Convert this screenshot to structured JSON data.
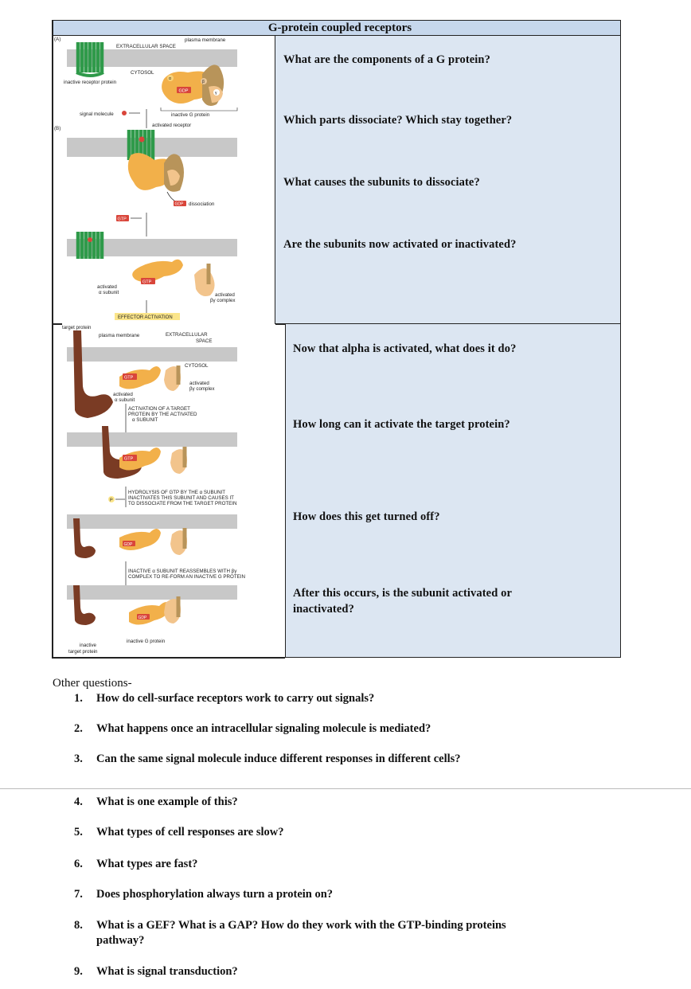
{
  "title": "G-protein coupled receptors",
  "right_questions_top": [
    "What are the components of a G protein?",
    "Which parts dissociate? Which stay together?",
    "What causes the subunits to dissociate?",
    "Are the subunits now activated or inactivated?"
  ],
  "right_questions_bottom": [
    "Now that alpha is activated, what does it do?",
    "How long can it activate the target protein?",
    "How does this get turned off?",
    "After this occurs, is the subunit activated or",
    "inactivated?"
  ],
  "figure": {
    "a_label": "(A)",
    "b_label": "(B)",
    "extracellular": "EXTRACELLULAR SPACE",
    "plasma_membrane": "plasma membrane",
    "cytosol": "CYTOSOL",
    "inactive_receptor": "inactive receptor protein",
    "inactive_g_protein": "inactive G protein",
    "signal_molecule": "signal molecule",
    "activated_receptor": "activated receptor",
    "gdp": "GDP",
    "gtp": "GTP",
    "dissociation": "dissociation",
    "activated": "activated",
    "alpha_subunit": "α subunit",
    "activated_bg_1": "activated",
    "activated_bg_2": "βγ complex",
    "effector_activation": "EFFECTOR ACTIVATION",
    "target_protein": "target protein",
    "plasma_membrane_2": "plasma membrane",
    "extracellular_2a": "EXTRACELLULAR",
    "extracellular_2b": "SPACE",
    "cytosol_2": "CYTOSOL",
    "step1_a": "ACTIVATION OF A TARGET",
    "step1_b": "PROTEIN BY THE ACTIVATED",
    "step1_c": "α SUBUNIT",
    "step2_a": "HYDROLYSIS OF GTP BY THE α SUBUNIT",
    "step2_b": "INACTIVATES THIS SUBUNIT AND CAUSES IT",
    "step2_c": "TO DISSOCIATE FROM THE TARGET PROTEIN",
    "p_label": "P",
    "step3_a": "INACTIVE α SUBUNIT REASSEMBLES WITH βγ",
    "step3_b": "COMPLEX TO RE-FORM AN INACTIVE G PROTEIN",
    "inactive_g_protein_2": "inactive G protein",
    "inactive_target_1": "inactive",
    "inactive_target_2": "target protein",
    "alpha": "α",
    "beta": "β",
    "gamma": "γ"
  },
  "other_heading": "Other questions-",
  "other_questions": [
    {
      "num": "1.",
      "text": "How do cell-surface receptors work to carry out signals?"
    },
    {
      "num": "2.",
      "text": "What happens once an intracellular signaling molecule is mediated?"
    },
    {
      "num": "3.",
      "text": "Can the same signal molecule induce different responses in different cells?"
    },
    {
      "num": "4.",
      "text": "What is one example of this?"
    },
    {
      "num": "5.",
      "text": "What types of cell responses are slow?"
    },
    {
      "num": "6.",
      "text": "What types are fast?"
    },
    {
      "num": "7.",
      "text": "Does phosphorylation always turn a protein on?"
    },
    {
      "num": "8.",
      "text": "What is a GEF? What is a GAP? How do they work with the GTP-binding proteins"
    },
    {
      "num": "",
      "text": "pathway?"
    },
    {
      "num": "9.",
      "text": "What is signal transduction?"
    }
  ],
  "colors": {
    "header_blue": "#c6d7ec",
    "panel_blue": "#dce6f2",
    "membrane": "#c8c8c8",
    "receptor_green": "#2f9a4a",
    "alpha_orange": "#f2b04a",
    "beta_brown": "#b8945a",
    "target_brown": "#7a3b24",
    "gtp_red": "#d9453a",
    "label_yellow": "#fbe58a"
  }
}
